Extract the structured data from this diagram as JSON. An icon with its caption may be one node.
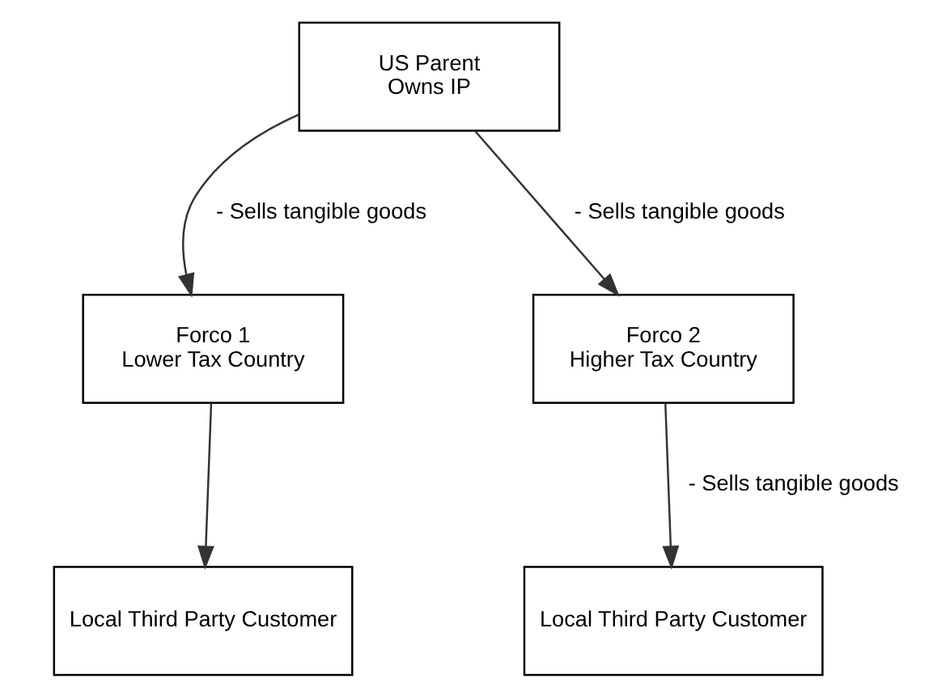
{
  "diagram": {
    "nodes": [
      {
        "text": [
          "US Parent",
          "Owns IP"
        ]
      },
      {
        "text": [
          "Forco 1",
          "Lower Tax Country"
        ]
      },
      {
        "text": [
          "Forco 2",
          "Higher Tax Country"
        ]
      },
      {
        "text": [
          "Local Third Party Customer"
        ]
      },
      {
        "text": [
          "Local Third Party Customer"
        ]
      }
    ],
    "edges": [
      {
        "from": 0,
        "to": 1,
        "arrow": "to",
        "label": "- Sells tangible goods"
      },
      {
        "from": 0,
        "to": 2,
        "arrow": "to",
        "label": "- Sells tangible goods"
      },
      {
        "from": 1,
        "to": 3,
        "arrow": "to"
      },
      {
        "from": 2,
        "to": 4,
        "arrow": "to",
        "label": "- Sells tangible goods"
      }
    ]
  }
}
